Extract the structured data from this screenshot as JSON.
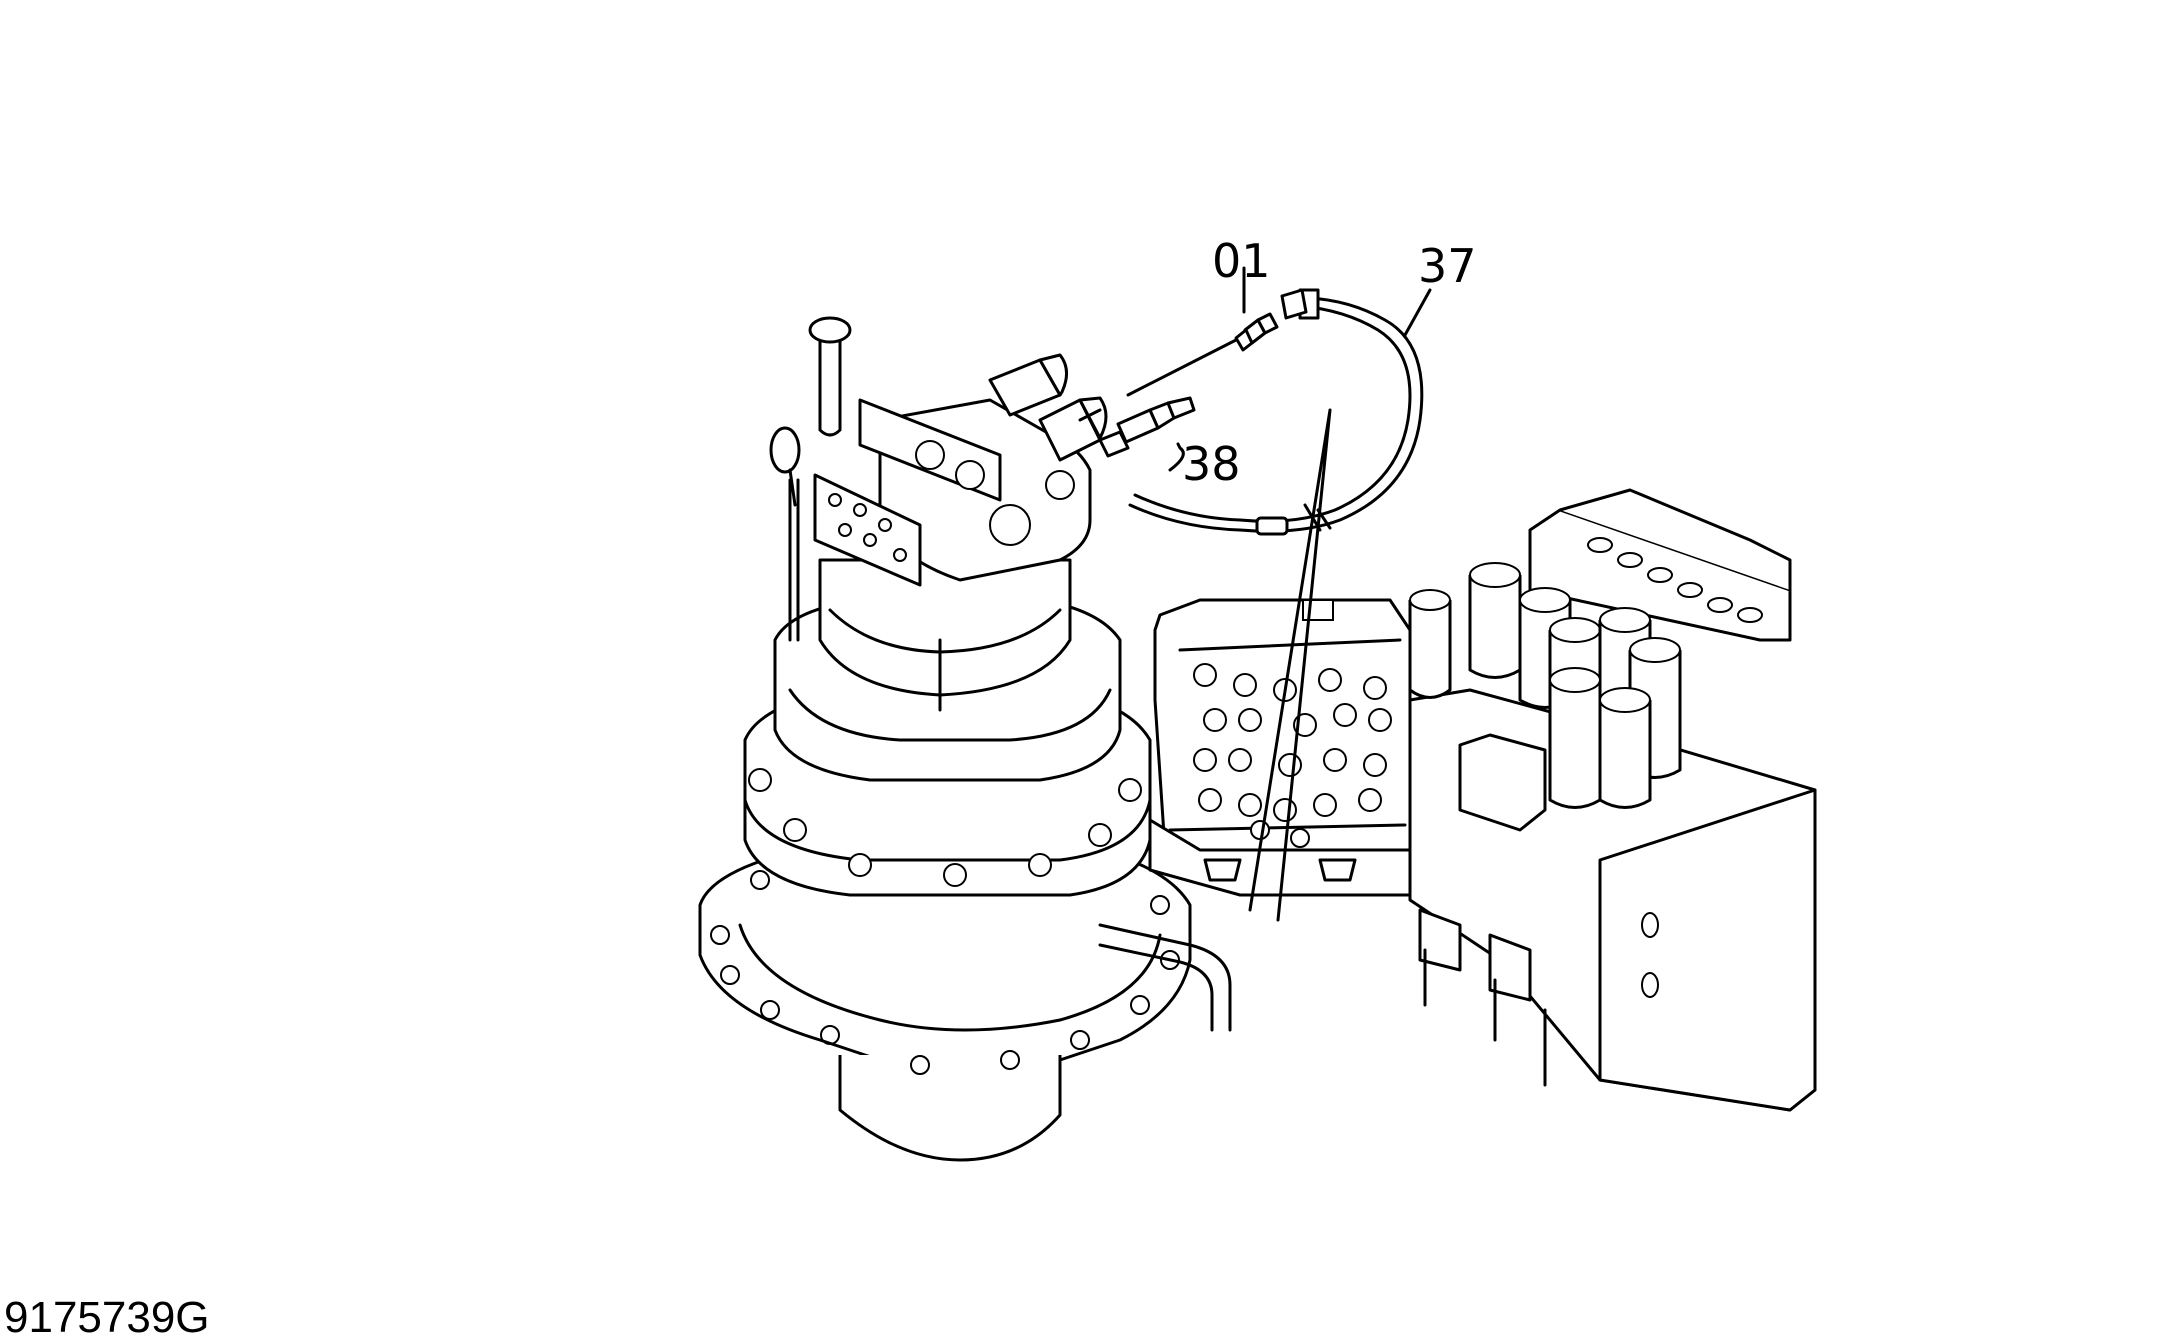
{
  "diagram": {
    "callouts": [
      {
        "id": "01",
        "text": "01"
      },
      {
        "id": "37",
        "text": "37"
      },
      {
        "id": "38",
        "text": "38"
      }
    ],
    "drawing_code": "9175739G"
  },
  "colors": {
    "line": "#000000",
    "background": "#ffffff"
  }
}
